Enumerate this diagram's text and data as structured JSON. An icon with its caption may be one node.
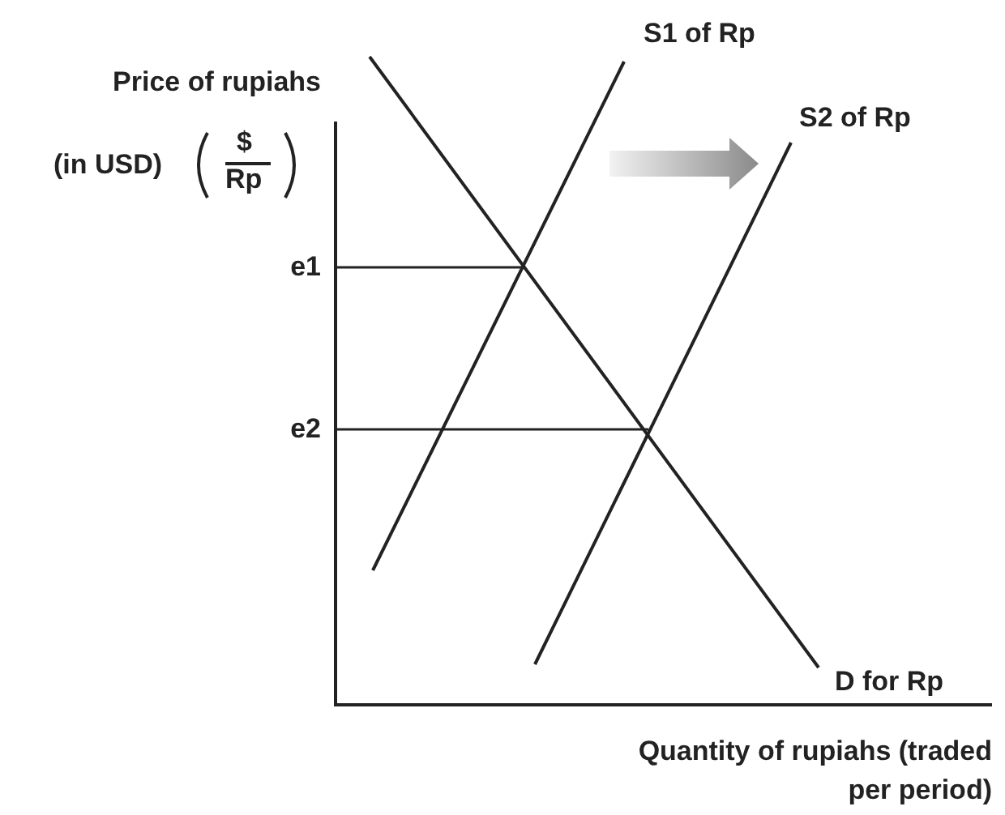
{
  "diagram": {
    "labels": [
      "S1 of Rp",
      "Price of rupiahs",
      "S2 of Rp",
      "(in USD)",
      "$",
      "Rp",
      "e1",
      "e2",
      "D for Rp",
      "Quantity of rupiahs (traded per period)"
    ]
  }
}
